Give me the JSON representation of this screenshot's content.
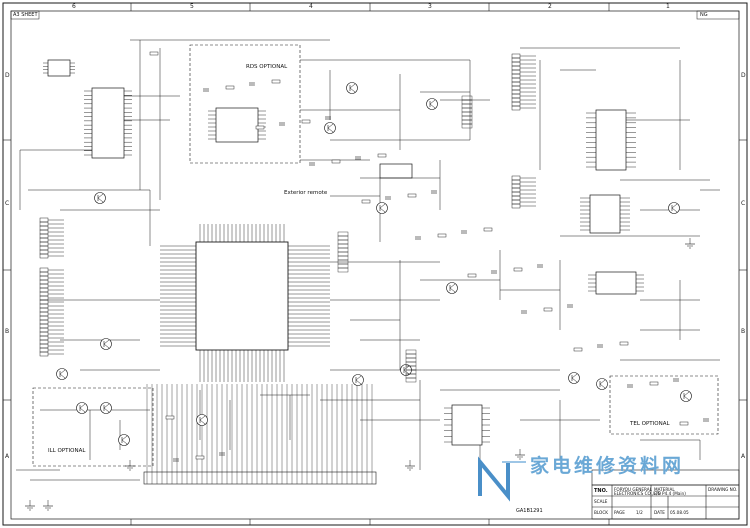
{
  "sheet": {
    "size_label": "A3 SHEET",
    "rev_label": "NG",
    "bottom_ref": "GA1B1291"
  },
  "zones": {
    "cols": [
      "6",
      "5",
      "4",
      "3",
      "2",
      "1"
    ],
    "rows": [
      "D",
      "C",
      "B",
      "A"
    ]
  },
  "labels": {
    "rds_optional": "RDS OPTIONAL",
    "exterior_remote": "Exterior remote",
    "tel_optional": "TEL OPTIONAL",
    "ill_optional": "ILL OPTIONAL"
  },
  "title_block": {
    "company_line1": "FORYOU GENERAL",
    "company_line2": "ELECTRONICS CO.,LTD",
    "material": "MATERIAL",
    "drawing_no_label": "DRAWING NO.",
    "title": "E/S P4.4 (Main)",
    "scale_label": "SCALE",
    "page_label": "PAGE",
    "page_value": "1/2",
    "date_label": "DATE",
    "date_value": "05.08.05",
    "block_label": "BLOCK",
    "tno_label": "TNO."
  },
  "watermark": {
    "text": "家电维修资料网",
    "logo_letter": "N"
  },
  "colors": {
    "line": "#1a1a1a",
    "watermark": "#6aa8d6",
    "logo": "#4a8fc8"
  }
}
